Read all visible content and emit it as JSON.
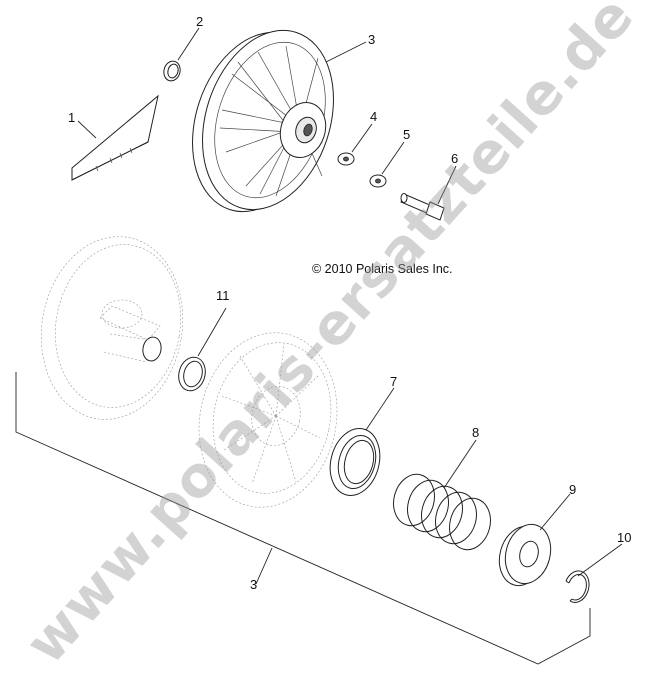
{
  "copyright": "© 2010 Polaris Sales Inc.",
  "watermark": "www.polaris-ersatzteile.de",
  "callouts": {
    "c1": "1",
    "c2": "2",
    "c3_top": "3",
    "c4": "4",
    "c5": "5",
    "c6": "6",
    "c7": "7",
    "c8": "8",
    "c9": "9",
    "c10": "10",
    "c11": "11",
    "c3_bottom": "3"
  }
}
